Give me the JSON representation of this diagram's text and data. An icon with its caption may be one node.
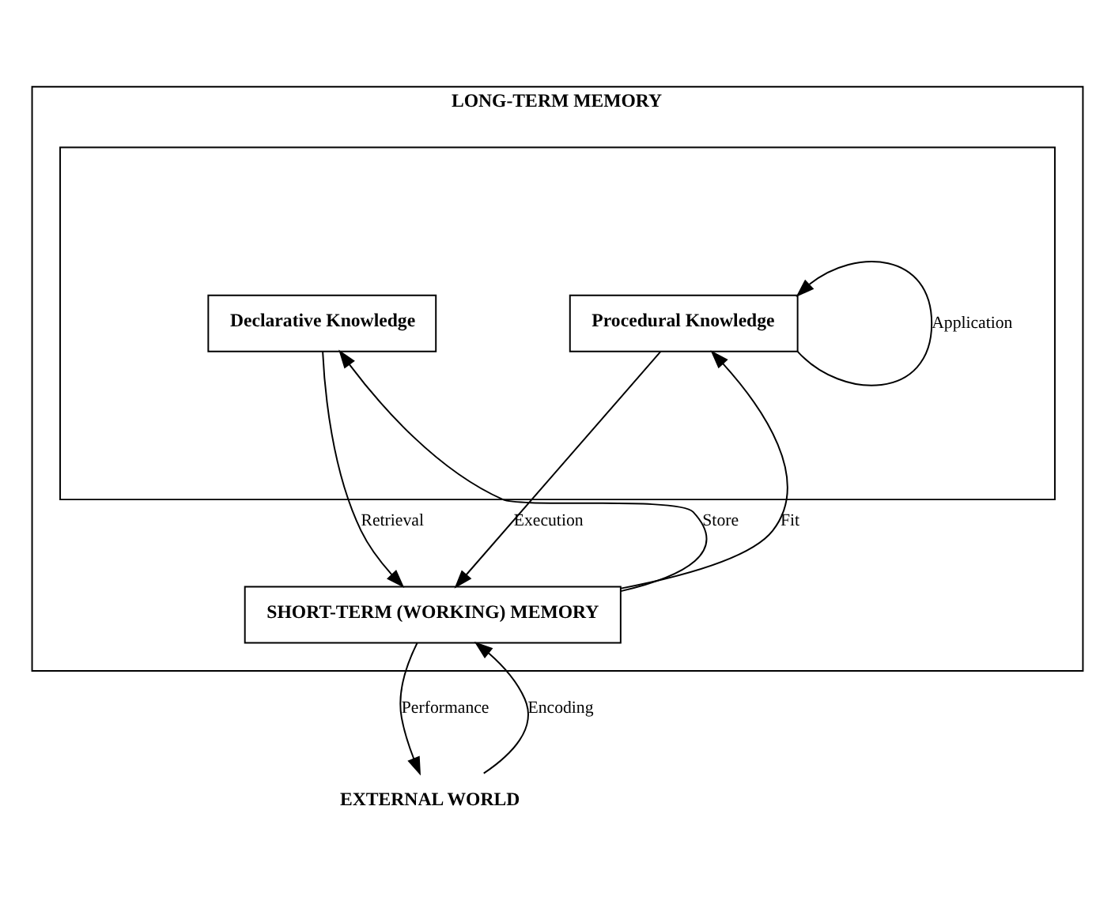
{
  "diagram": {
    "nodes": [
      {
        "text": [
          "LONG-TERM MEMORY"
        ]
      },
      {
        "text": [],
        "shape": "box",
        "in": 0
      },
      {
        "text": [
          "Declarative Knowledge"
        ],
        "in": 1
      },
      {
        "text": [
          "Procedural Knowledge"
        ],
        "in": 1
      },
      {
        "text": [
          "SHORT-TERM (WORKING) MEMORY"
        ],
        "in": 0
      },
      {
        "text": [
          "EXTERNAL WORLD"
        ]
      }
    ],
    "edges": [
      {
        "from": 3,
        "to": 3,
        "arrow": "to",
        "label": "Application"
      },
      {
        "from": 4,
        "to": 2,
        "arrow": "to",
        "label": "Store"
      },
      {
        "from": 4,
        "to": 3,
        "arrow": "to",
        "label": "Fit"
      },
      {
        "from": 2,
        "to": 4,
        "arrow": "to",
        "label": "Retrieval"
      },
      {
        "from": 3,
        "to": 4,
        "arrow": "to",
        "label": "Execution"
      },
      {
        "from": 5,
        "to": 4,
        "arrow": "to",
        "label": "Encoding"
      },
      {
        "from": 4,
        "to": 5,
        "arrow": "to",
        "label": "Performance"
      }
    ]
  }
}
